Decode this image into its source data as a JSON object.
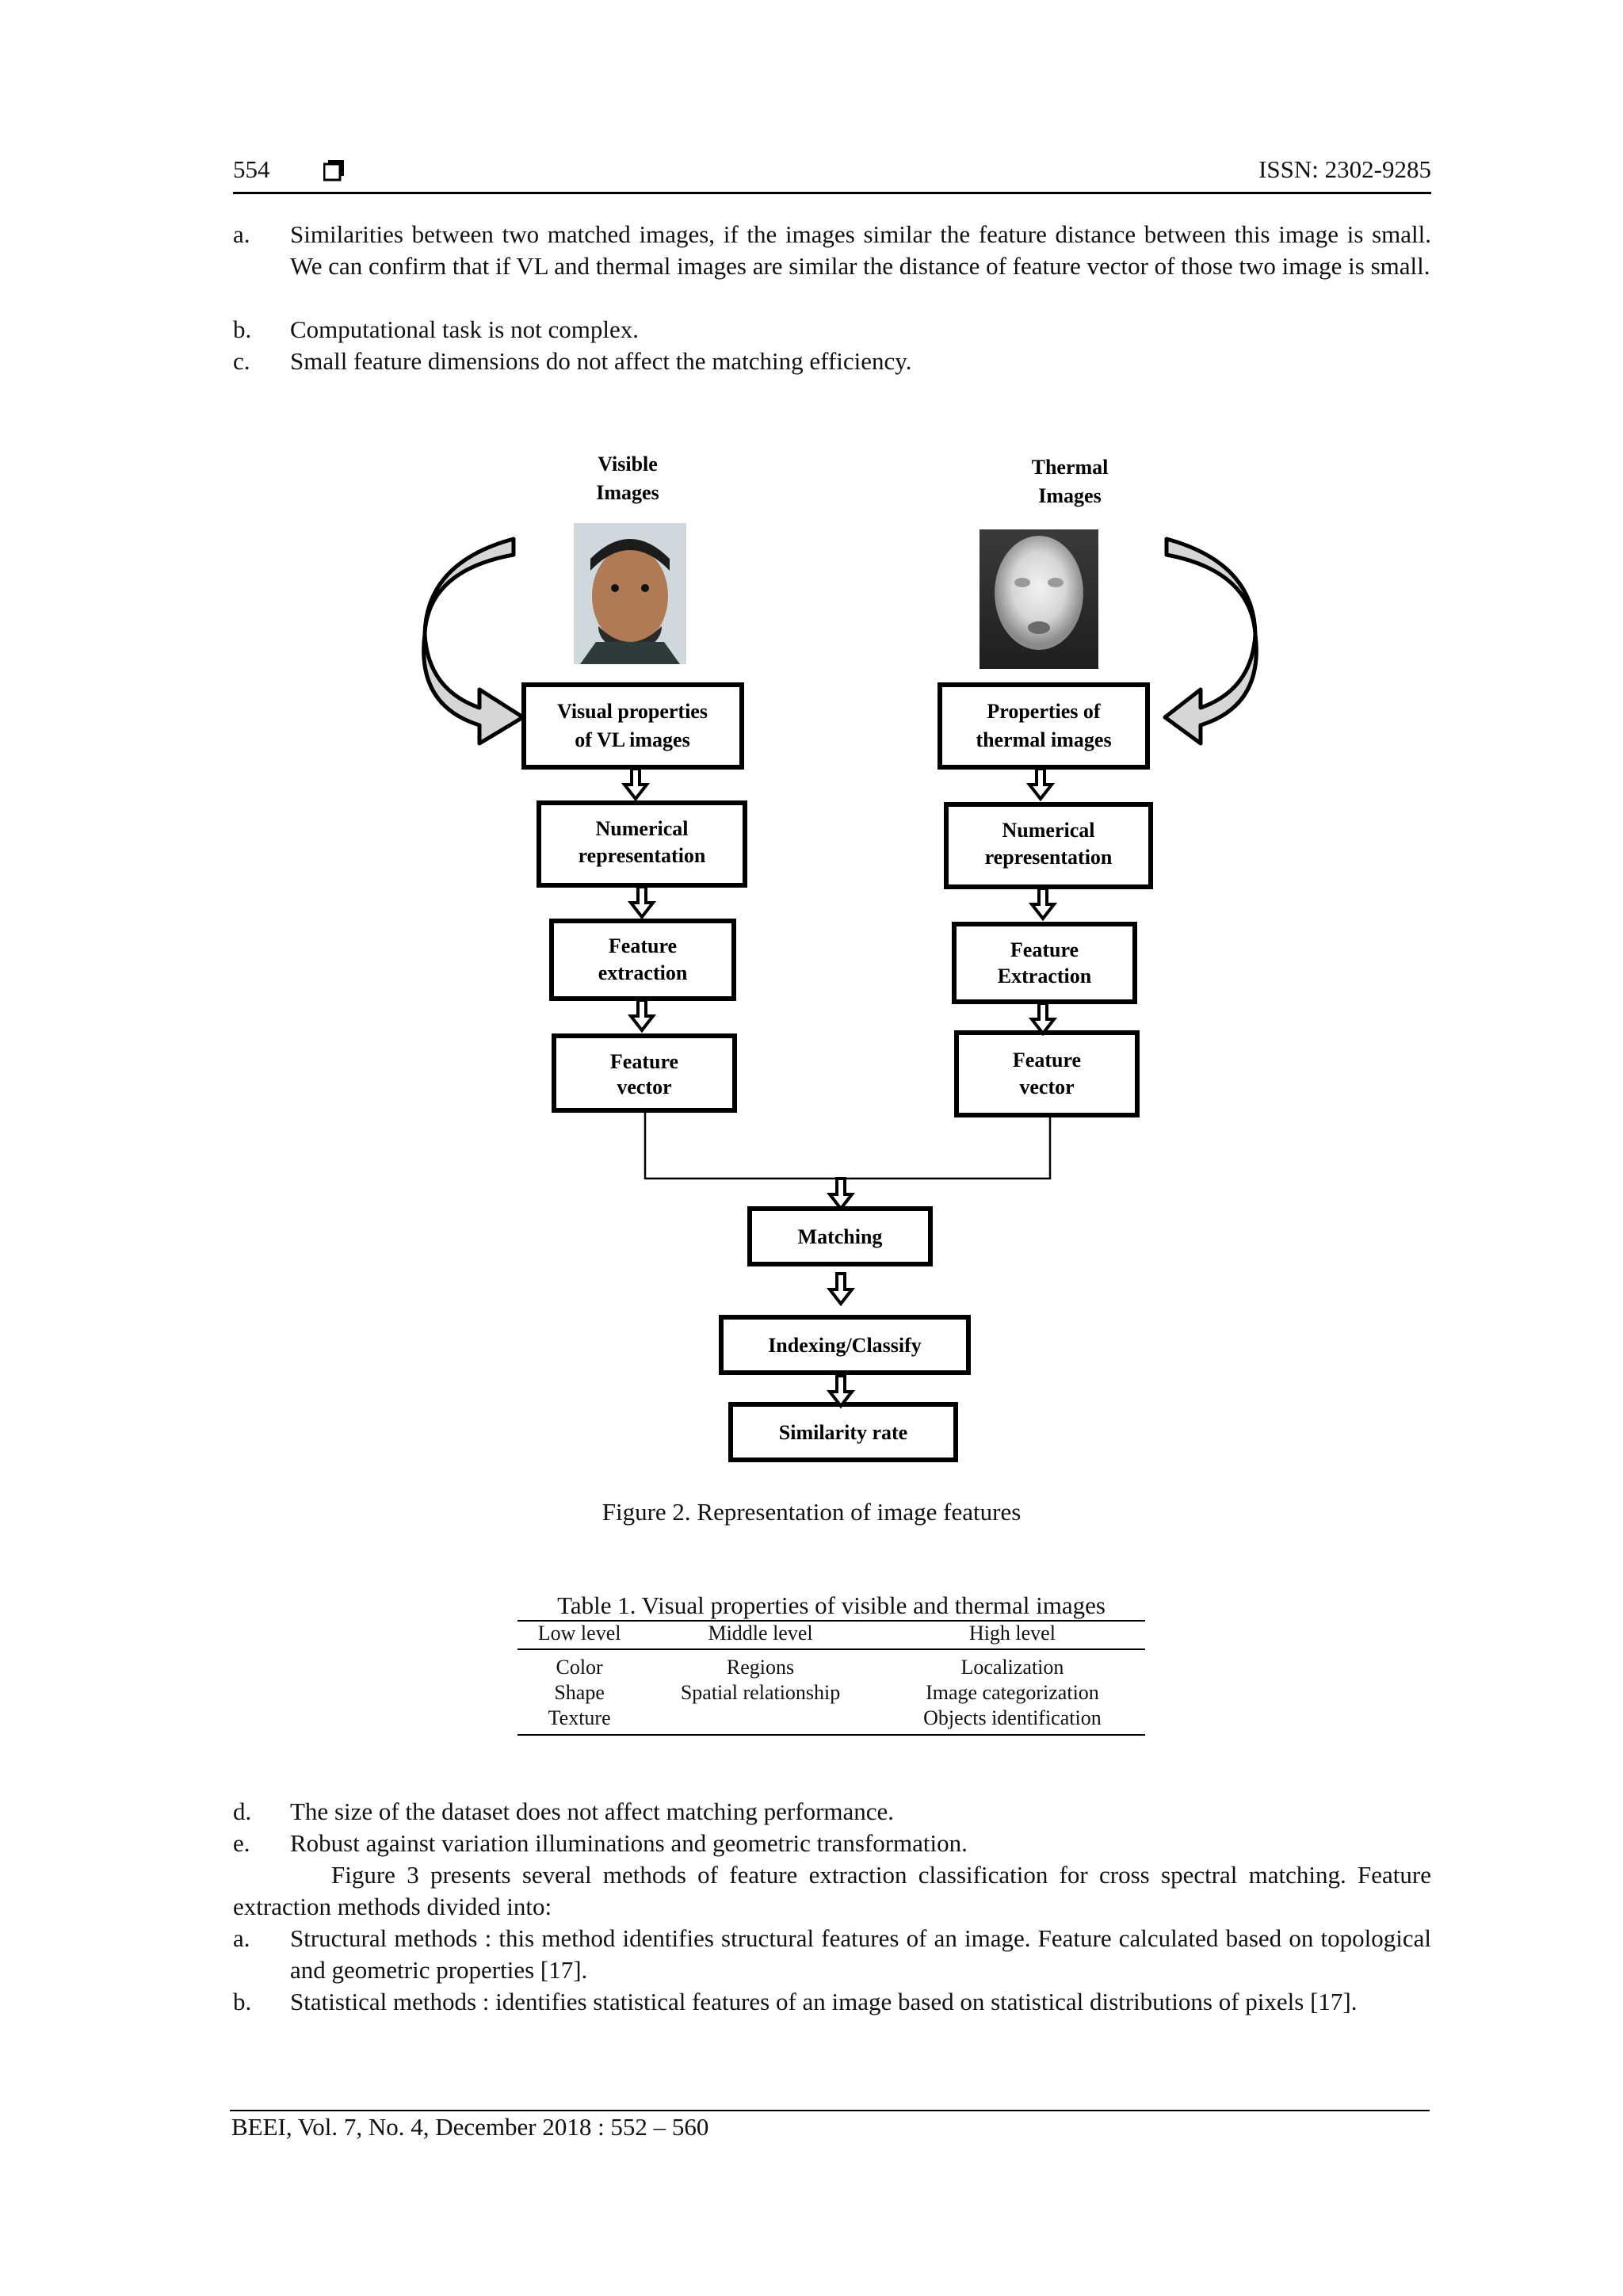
{
  "header": {
    "page_number": "554",
    "issn": "ISSN: 2302-9285"
  },
  "list_top": [
    {
      "label": "a.",
      "text": "Similarities between two matched images, if the images similar the feature distance between this image is small. We can confirm that if VL and thermal images are similar the distance of feature vector of those two image is small."
    },
    {
      "label": "b.",
      "text": "Computational task is not complex."
    },
    {
      "label": "c.",
      "text": "Small feature dimensions do not affect the matching efficiency."
    }
  ],
  "figure": {
    "visible_label_1": "Visible",
    "visible_label_2": "Images",
    "thermal_label_1": "Thermal",
    "thermal_label_2": "Images",
    "left_chain": [
      [
        "Visual properties",
        "of VL images"
      ],
      [
        "Numerical",
        "representation"
      ],
      [
        "Feature",
        "extraction"
      ],
      [
        "Feature",
        "vector"
      ]
    ],
    "right_chain": [
      [
        "Properties of",
        "thermal images"
      ],
      [
        "Numerical",
        "representation"
      ],
      [
        "Feature",
        "Extraction"
      ],
      [
        "Feature",
        "vector"
      ]
    ],
    "matching": "Matching",
    "indexing": "Indexing/Classify",
    "similarity": "Similarity rate",
    "caption": "Figure 2. Representation of image features"
  },
  "table1": {
    "title": "Table 1. Visual properties of visible and thermal images",
    "headers": [
      "Low level",
      "Middle level",
      "High level"
    ],
    "rows": [
      [
        "Color",
        "Regions",
        "Localization"
      ],
      [
        "Shape",
        "Spatial relationship",
        "Image categorization"
      ],
      [
        "Texture",
        "",
        "Objects identification"
      ]
    ]
  },
  "list_bottom": [
    {
      "label": "d.",
      "text": "The size of the dataset does not affect matching performance."
    },
    {
      "label": "e.",
      "text": "Robust against variation illuminations and geometric transformation."
    }
  ],
  "paragraph": "Figure 3 presents several methods of feature extraction classification for cross spectral matching. Feature extraction methods divided into:",
  "list_methods": [
    {
      "label": "a.",
      "text": "Structural methods : this method identifies structural features of an image. Feature calculated based on topological and geometric properties [17]."
    },
    {
      "label": "b.",
      "text": "Statistical methods : identifies statistical features of an image based on statistical distributions of pixels [17]."
    }
  ],
  "footer": {
    "citation": "BEEI, Vol. 7, No. 4, December 2018 : 552 – 560"
  }
}
